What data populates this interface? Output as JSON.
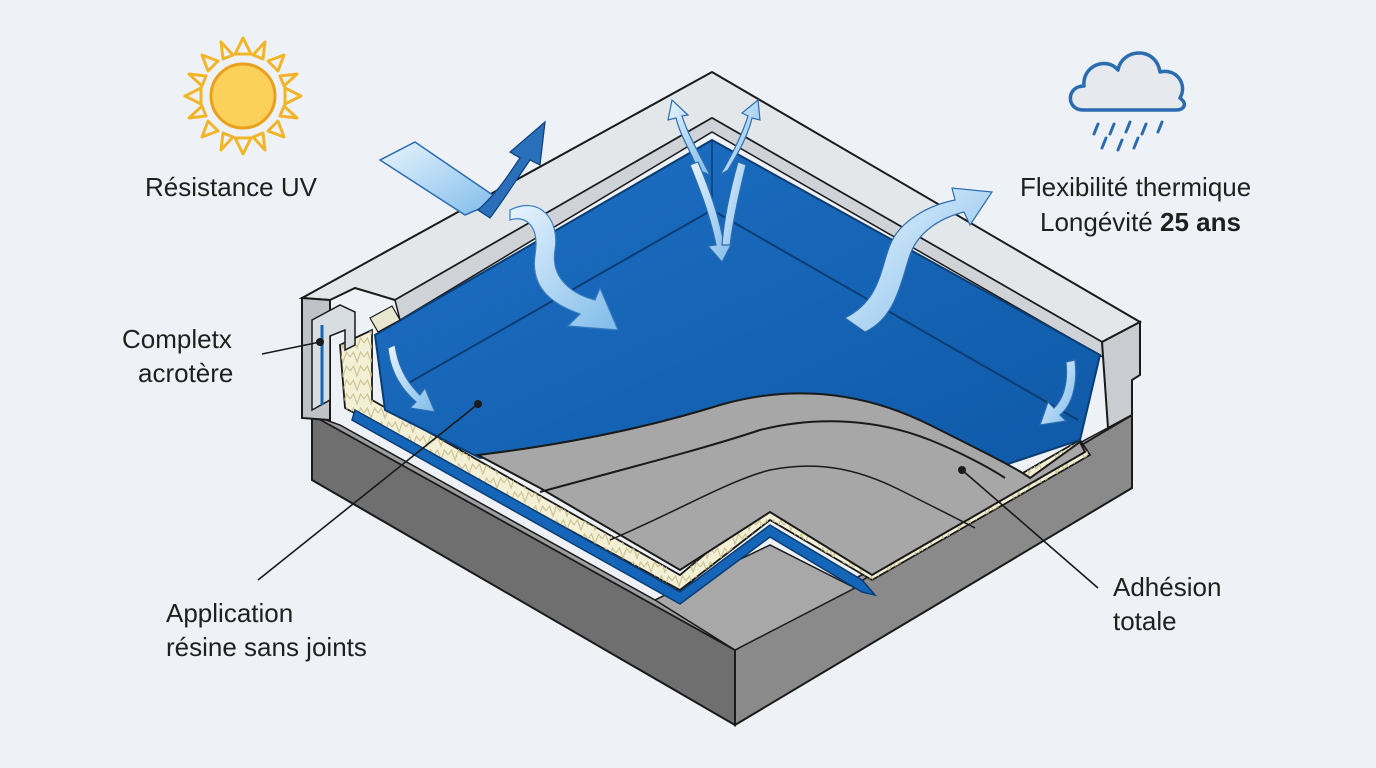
{
  "labels": {
    "uv": "Résistance UV",
    "thermal": "Flexibilité thermique",
    "longevity_prefix": "Longévité ",
    "longevity_value": "25 ans",
    "parapet_line1": "Completx",
    "parapet_line2": "acrotère",
    "application_line1": "Application",
    "application_line2": "résine sans joints",
    "adhesion_line1": "Adhésion",
    "adhesion_line2": "totale"
  },
  "icons": [
    "sun-icon",
    "rain-cloud-icon"
  ],
  "colors": {
    "background": "#eef2f7",
    "membrane_blue": "#1565b8",
    "membrane_dark": "#0d4f97",
    "arrow_light": "#a9d2f2",
    "insulation": "#f3f0d6",
    "concrete": "#8f8f8f",
    "parapet_top": "#e6e8ea",
    "sun": "#f4b62e",
    "cloud": "#2b6cb0"
  }
}
